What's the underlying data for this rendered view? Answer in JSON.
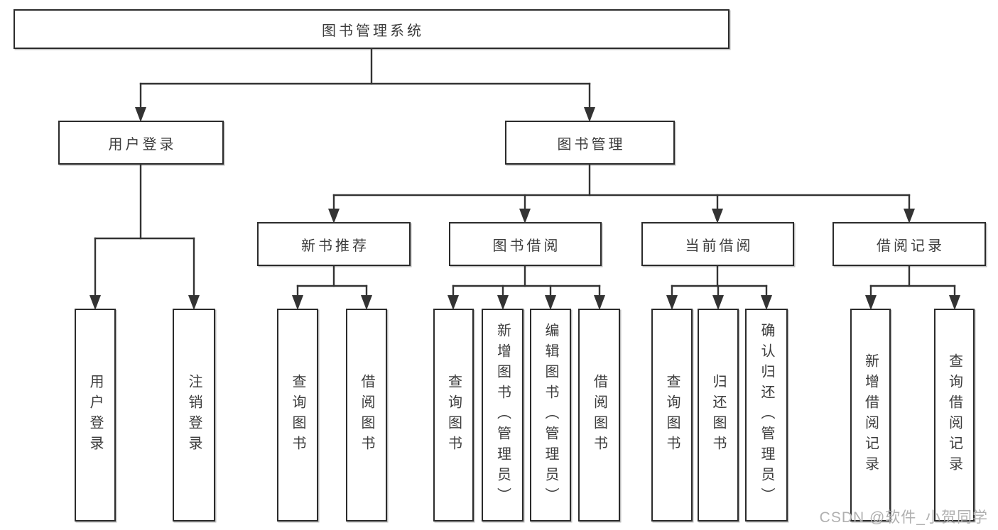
{
  "colors": {
    "background": "#ffffff",
    "line": "#333333",
    "box_border": "#2b2b2b",
    "text": "#3c3c3c",
    "watermark": "#b0b0b0"
  },
  "tree": {
    "root": {
      "label": "图书管理系统"
    },
    "level2": [
      {
        "label": "用户登录",
        "children": [
          "用户登录",
          "注销登录"
        ]
      },
      {
        "label": "图书管理",
        "groups": [
          {
            "label": "新书推荐",
            "children": [
              "查询图书",
              "借阅图书"
            ]
          },
          {
            "label": "图书借阅",
            "children": [
              "查询图书",
              "新增图书（管理员）",
              "编辑图书（管理员）",
              "借阅图书"
            ]
          },
          {
            "label": "当前借阅",
            "children": [
              "查询图书",
              "归还图书",
              "确认归还（管理员）"
            ]
          },
          {
            "label": "借阅记录",
            "children": [
              "新增借阅记录",
              "查询借阅记录"
            ]
          }
        ]
      }
    ]
  },
  "watermark": {
    "text": "CSDN @软件_小贺同学"
  }
}
